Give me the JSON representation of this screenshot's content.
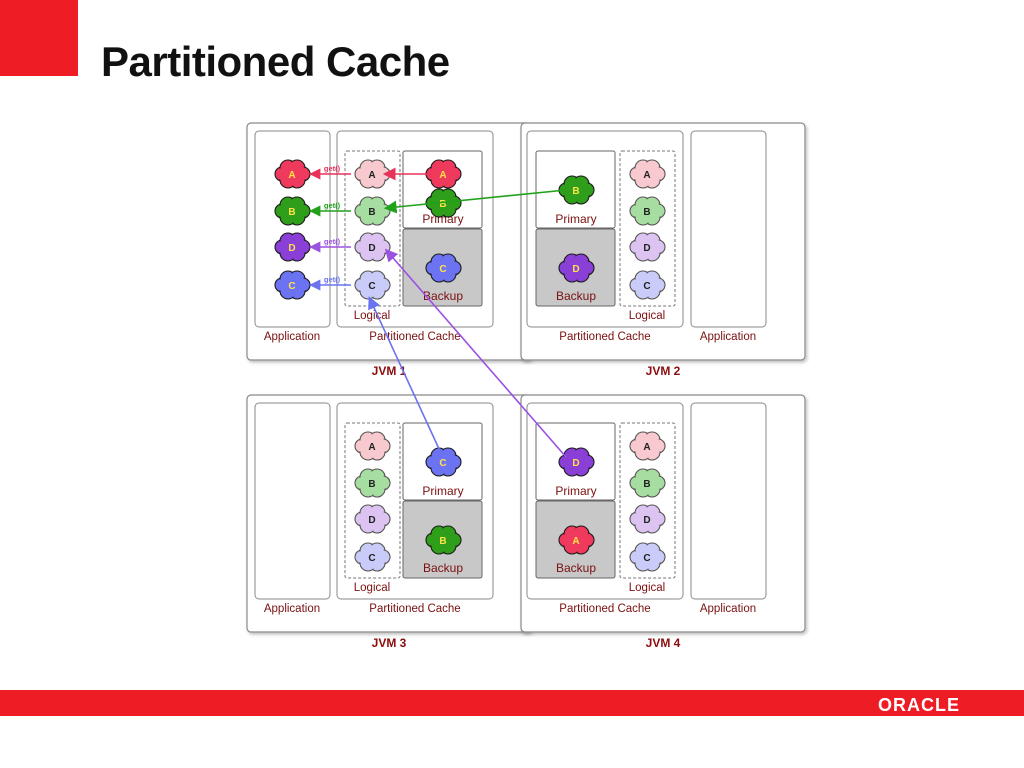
{
  "slide": {
    "title": "Partitioned Cache",
    "logo_text": "ORACLE",
    "colors": {
      "brand_red": "#ee1c25",
      "panel_gray": "#c8c8c8",
      "label_red": "#8b0c0c"
    }
  },
  "diagram": {
    "jvms": [
      {
        "name": "JVM 1",
        "application_label": "Application",
        "cache_label": "Partitioned Cache",
        "logical_label": "Logical",
        "primary_label": "Primary",
        "backup_label": "Backup",
        "primary_items": [
          "A",
          "B"
        ],
        "backup_items": [
          "C"
        ],
        "logical_items": [
          "A",
          "B",
          "D",
          "C"
        ],
        "app_items": [
          "A",
          "B",
          "D",
          "C"
        ]
      },
      {
        "name": "JVM 2",
        "application_label": "Application",
        "cache_label": "Partitioned Cache",
        "logical_label": "Logical",
        "primary_label": "Primary",
        "backup_label": "Backup",
        "primary_items": [
          "B"
        ],
        "backup_items": [
          "D"
        ],
        "logical_items": [
          "A",
          "B",
          "D",
          "C"
        ]
      },
      {
        "name": "JVM 3",
        "application_label": "Application",
        "cache_label": "Partitioned Cache",
        "logical_label": "Logical",
        "primary_label": "Primary",
        "backup_label": "Backup",
        "primary_items": [
          "C"
        ],
        "backup_items": [
          "B"
        ],
        "logical_items": [
          "A",
          "B",
          "D",
          "C"
        ]
      },
      {
        "name": "JVM 4",
        "application_label": "Application",
        "cache_label": "Partitioned Cache",
        "logical_label": "Logical",
        "primary_label": "Primary",
        "backup_label": "Backup",
        "primary_items": [
          "D"
        ],
        "backup_items": [
          "A"
        ],
        "logical_items": [
          "A",
          "B",
          "D",
          "C"
        ]
      }
    ],
    "get_label": "get()",
    "item_colors": {
      "A": {
        "solid": "#ef3a5d",
        "light": "#f8c9cf",
        "text_solid": "#ffe14a",
        "text_light": "#222"
      },
      "B": {
        "solid": "#2f9e1a",
        "light": "#a6dea1",
        "text_solid": "#ffe14a",
        "text_light": "#222"
      },
      "C": {
        "solid": "#6b73f2",
        "light": "#c9cbf8",
        "text_solid": "#ffe14a",
        "text_light": "#222"
      },
      "D": {
        "solid": "#8a3fd6",
        "light": "#dcc3f1",
        "text_solid": "#ffe14a",
        "text_light": "#222"
      }
    },
    "get_colors": {
      "A": "#e8325a",
      "B": "#22a11b",
      "C": "#6a73f0",
      "D": "#9b52e0"
    }
  }
}
